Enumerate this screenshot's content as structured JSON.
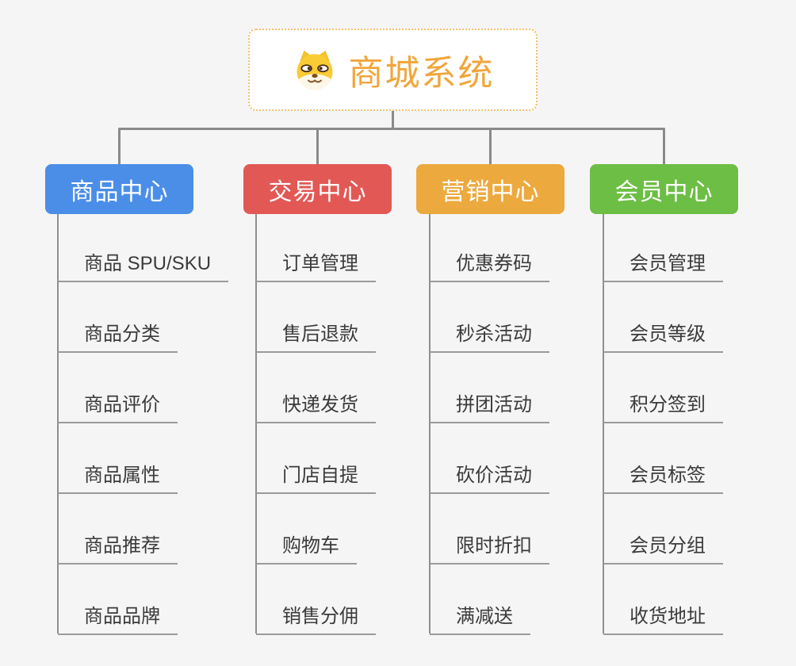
{
  "page": {
    "background_color": "#F5F5F5"
  },
  "root": {
    "label": "商城系统",
    "icon": "dog-face-icon",
    "text_color": "#F0A63C",
    "border_color": "#F5C06A"
  },
  "connectors": {
    "line_color": "#8A8A8A",
    "underline_color": "#9A9A9A"
  },
  "branches": [
    {
      "label": "商品中心",
      "color": "#4A8EE8",
      "children": [
        "商品 SPU/SKU",
        "商品分类",
        "商品评价",
        "商品属性",
        "商品推荐",
        "商品品牌"
      ]
    },
    {
      "label": "交易中心",
      "color": "#E25855",
      "children": [
        "订单管理",
        "售后退款",
        "快递发货",
        "门店自提",
        "购物车",
        "销售分佣"
      ]
    },
    {
      "label": "营销中心",
      "color": "#ECA93E",
      "children": [
        "优惠券码",
        "秒杀活动",
        "拼团活动",
        "砍价活动",
        "限时折扣",
        "满减送"
      ]
    },
    {
      "label": "会员中心",
      "color": "#6CBE44",
      "children": [
        "会员管理",
        "会员等级",
        "积分签到",
        "会员标签",
        "会员分组",
        "收货地址"
      ]
    }
  ]
}
